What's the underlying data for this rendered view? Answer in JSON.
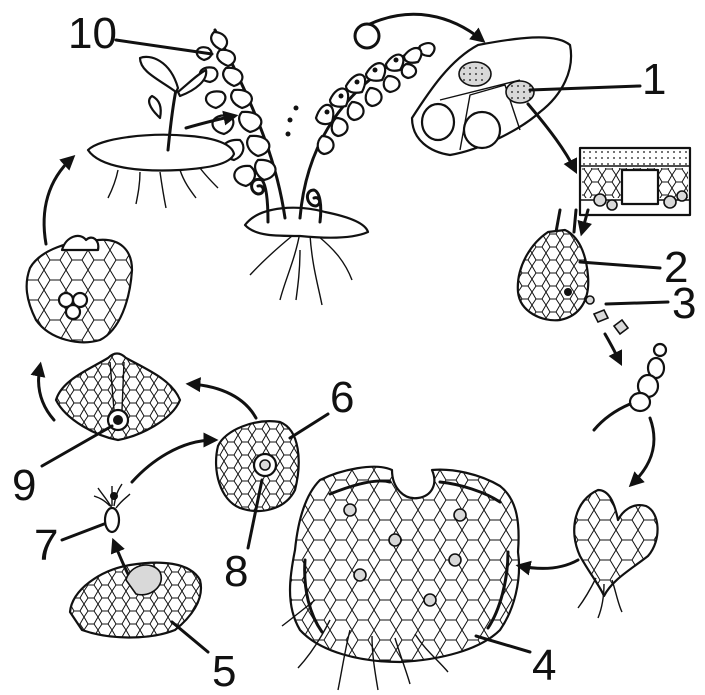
{
  "diagram": {
    "labels": [
      "1",
      "2",
      "3",
      "4",
      "5",
      "6",
      "7",
      "8",
      "9",
      "10"
    ]
  },
  "colors": {
    "ink": "#111111",
    "background": "#ffffff"
  }
}
